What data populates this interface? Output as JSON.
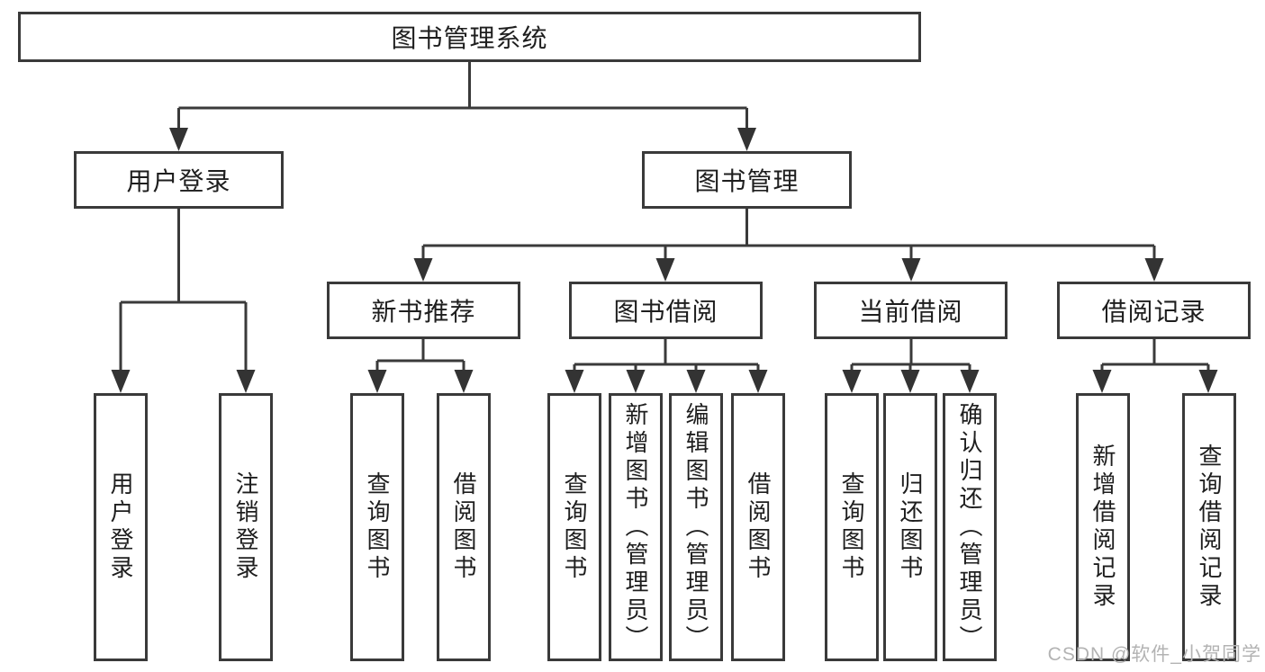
{
  "diagram": {
    "colors": {
      "line": "#3a3a3a",
      "arrow": "#333333",
      "text": "#1e1e1e",
      "watermark": "#b3b3b3",
      "background": "#ffffff"
    },
    "nodes": {
      "root": {
        "label": "图书管理系统"
      },
      "user_login": {
        "label": "用户登录",
        "children": {
          "login": "用户登录",
          "logout": "注销登录"
        }
      },
      "book_management": {
        "label": "图书管理"
      },
      "new_book_recommend": {
        "label": "新书推荐",
        "children": {
          "query": "查询图书",
          "borrow": "借阅图书"
        }
      },
      "book_borrow": {
        "label": "图书借阅",
        "children": {
          "query": "查询图书",
          "add": "新增图书（管理员）",
          "edit": "编辑图书（管理员）",
          "borrow": "借阅图书"
        }
      },
      "current_borrow": {
        "label": "当前借阅",
        "children": {
          "query": "查询图书",
          "return": "归还图书",
          "confirm": "确认归还（管理员）"
        }
      },
      "borrow_record": {
        "label": "借阅记录",
        "children": {
          "add": "新增借阅记录",
          "query": "查询借阅记录"
        }
      }
    },
    "watermark": "CSDN @软件_小贺同学"
  }
}
